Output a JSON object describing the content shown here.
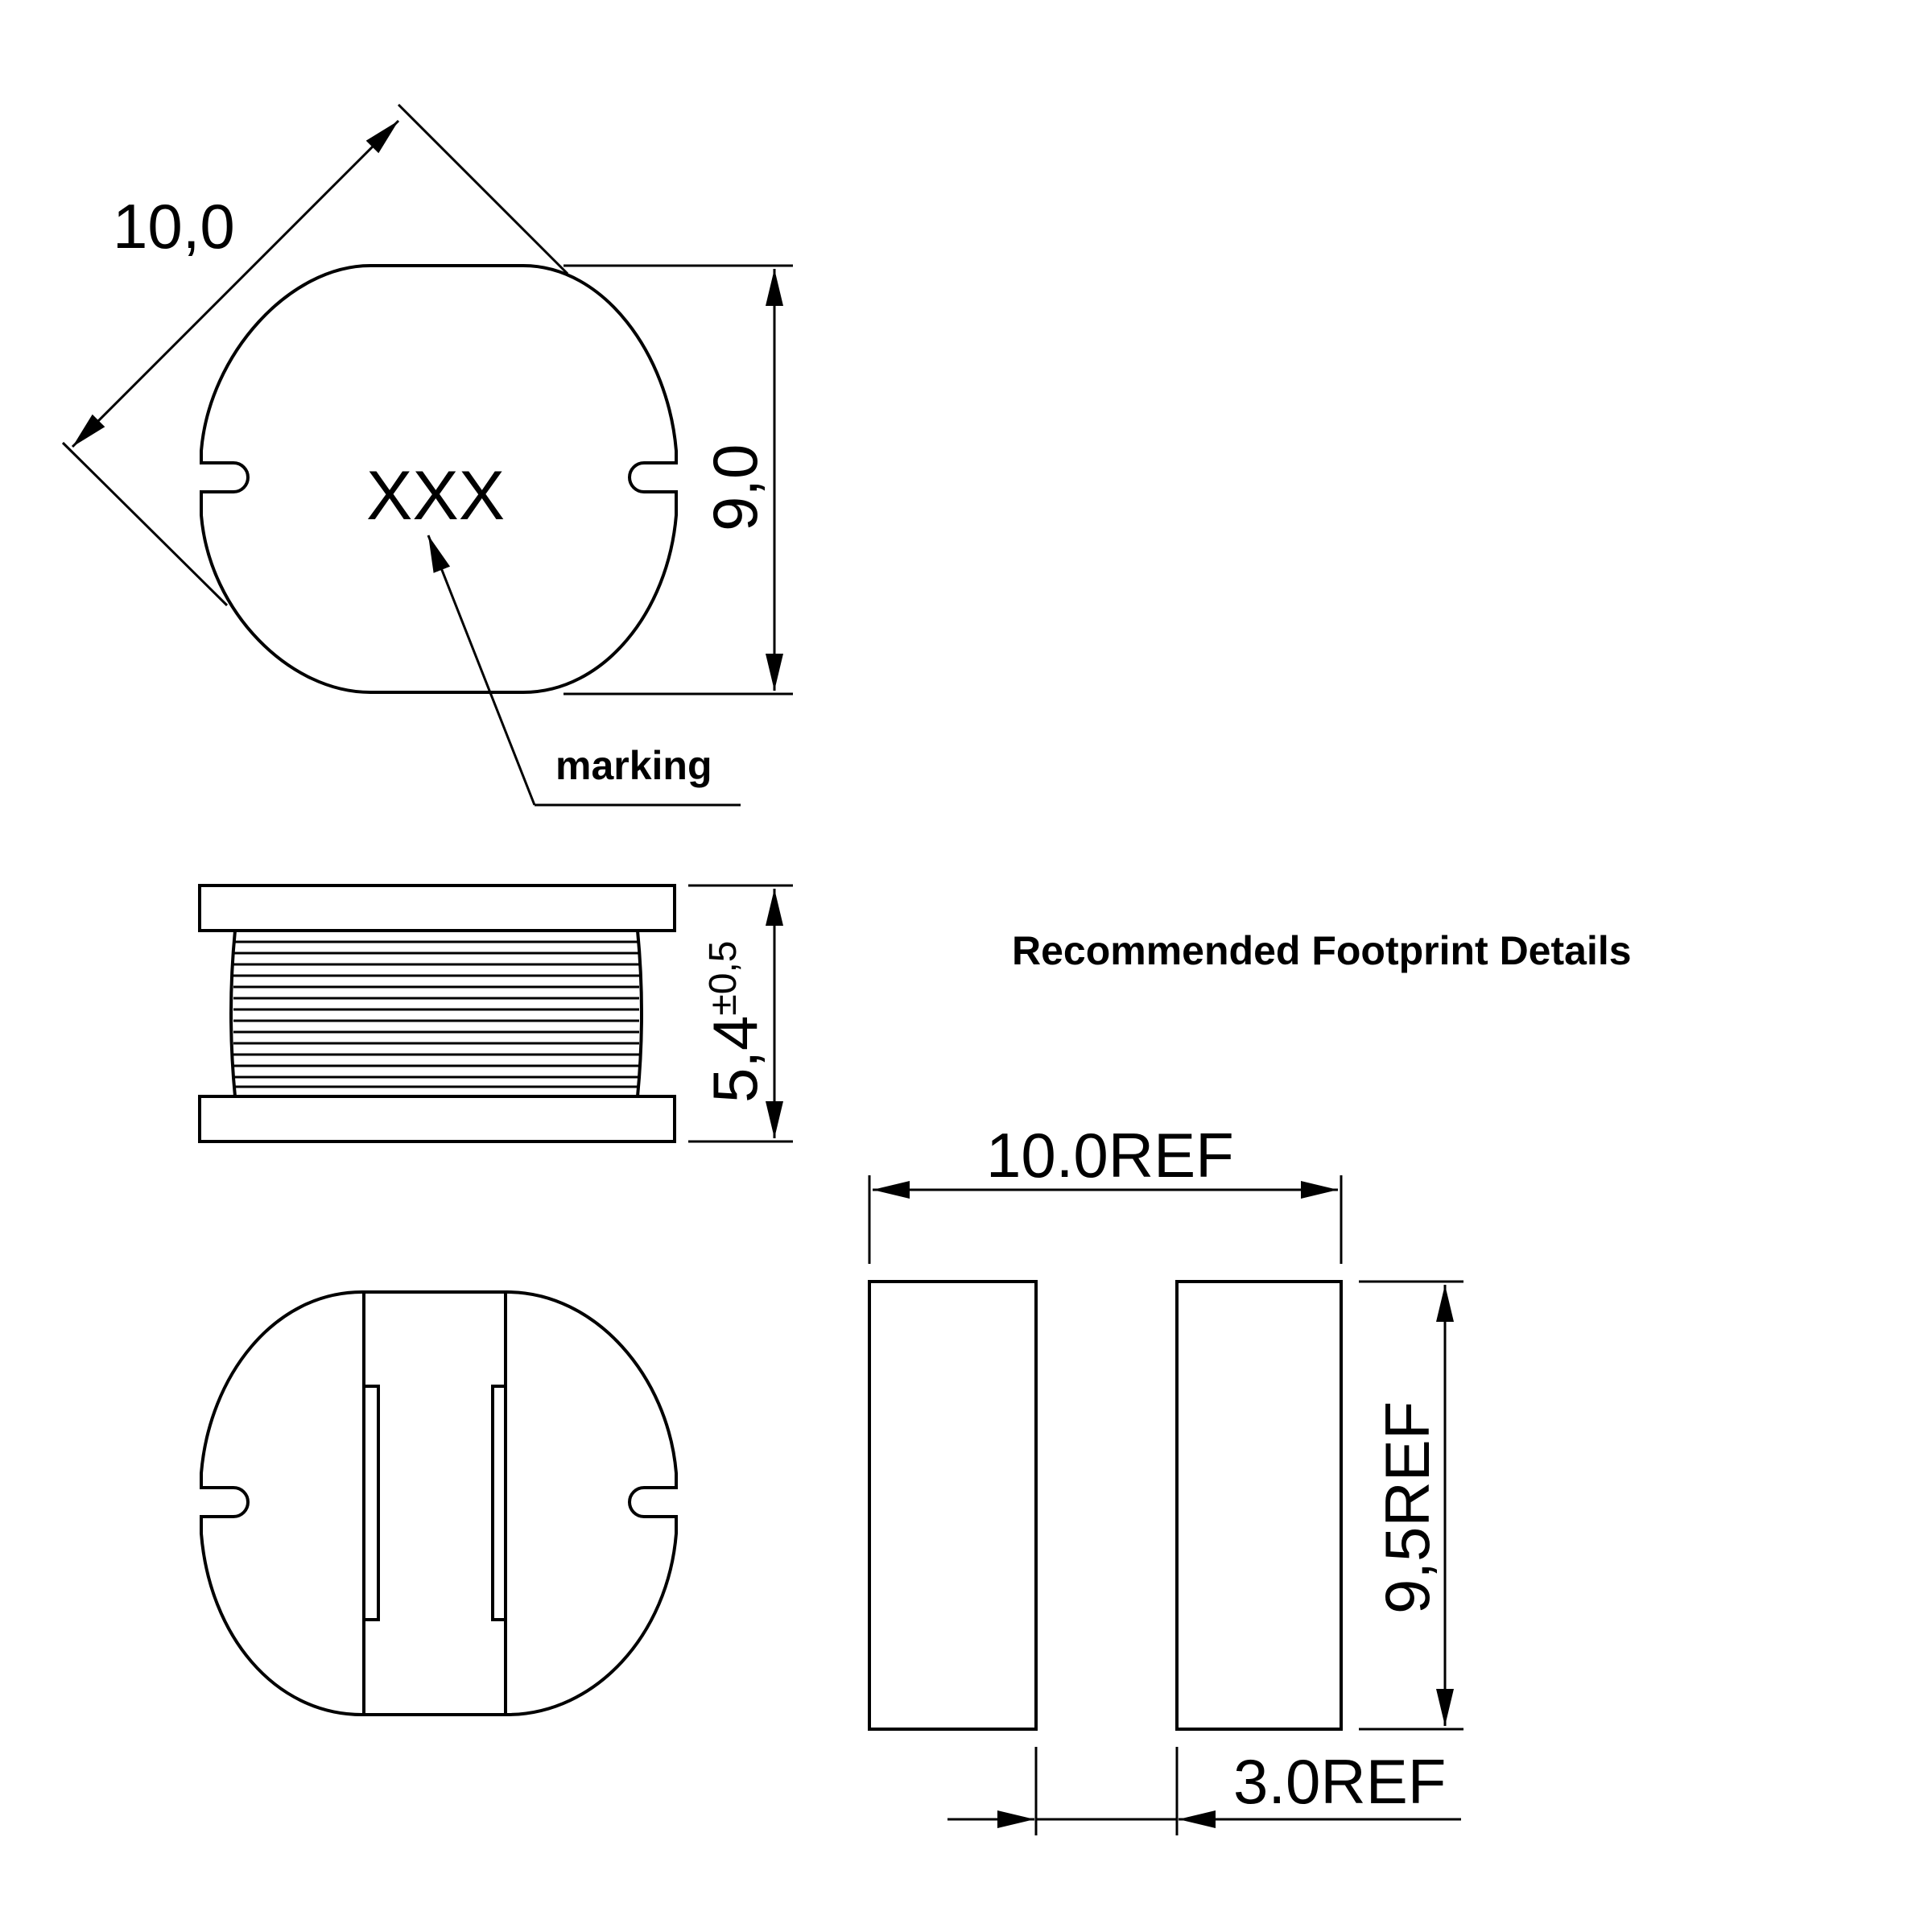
{
  "top_view": {
    "diagonal_dim": "10,0",
    "height_dim": "9,0",
    "marking_text": "XXX",
    "marking_label": "marking"
  },
  "side_view": {
    "height_dim_main": "5,4",
    "height_dim_tolerance": "±0,5"
  },
  "footprint": {
    "title": "Recommended Footprint Details",
    "width_dim": "10.0REF",
    "height_dim": "9,5REF",
    "pad_width_dim": "3.0REF"
  }
}
